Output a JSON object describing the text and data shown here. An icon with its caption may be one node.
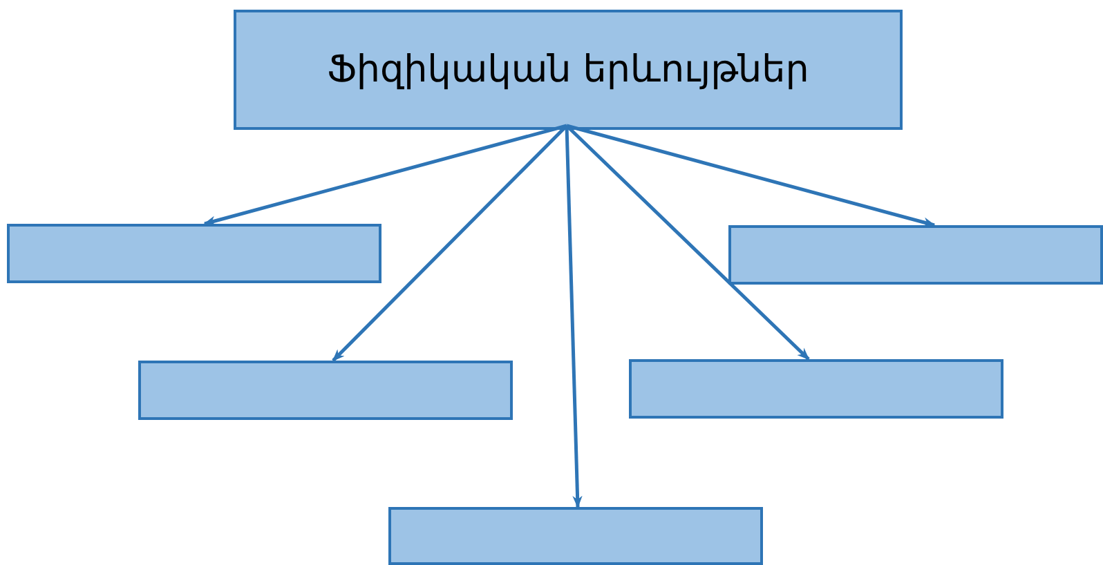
{
  "diagram": {
    "nodes": [
      {
        "text": [
          "Ֆիզիկական երևույթներ"
        ]
      },
      {
        "text": [],
        "shape": "box"
      },
      {
        "text": [],
        "shape": "box"
      },
      {
        "text": [],
        "shape": "box"
      },
      {
        "text": [],
        "shape": "box"
      },
      {
        "text": [],
        "shape": "box"
      }
    ],
    "edges": [
      {
        "from": 0,
        "to": 1,
        "arrow": "to"
      },
      {
        "from": 0,
        "to": 2,
        "arrow": "to"
      },
      {
        "from": 0,
        "to": 3,
        "arrow": "to"
      },
      {
        "from": 0,
        "to": 4,
        "arrow": "to"
      },
      {
        "from": 0,
        "to": 5,
        "arrow": "to"
      }
    ]
  }
}
